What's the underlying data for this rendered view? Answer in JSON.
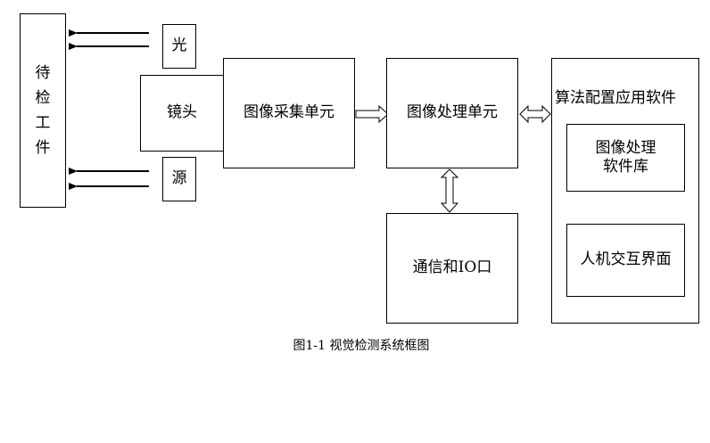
{
  "workpiece": {
    "chars": [
      "待",
      "检",
      "工",
      "件"
    ]
  },
  "light_top": "光",
  "light_bottom": "源",
  "lens": "镜头",
  "acquisition": "图像采集单元",
  "processing": "图像处理单元",
  "io": "通信和IO口",
  "software": {
    "title": "算法配置应用软件",
    "library_line1": "图像处理",
    "library_line2": "软件库",
    "hmi": "人机交互界面"
  },
  "caption": "图1-1 视觉检测系统框图"
}
